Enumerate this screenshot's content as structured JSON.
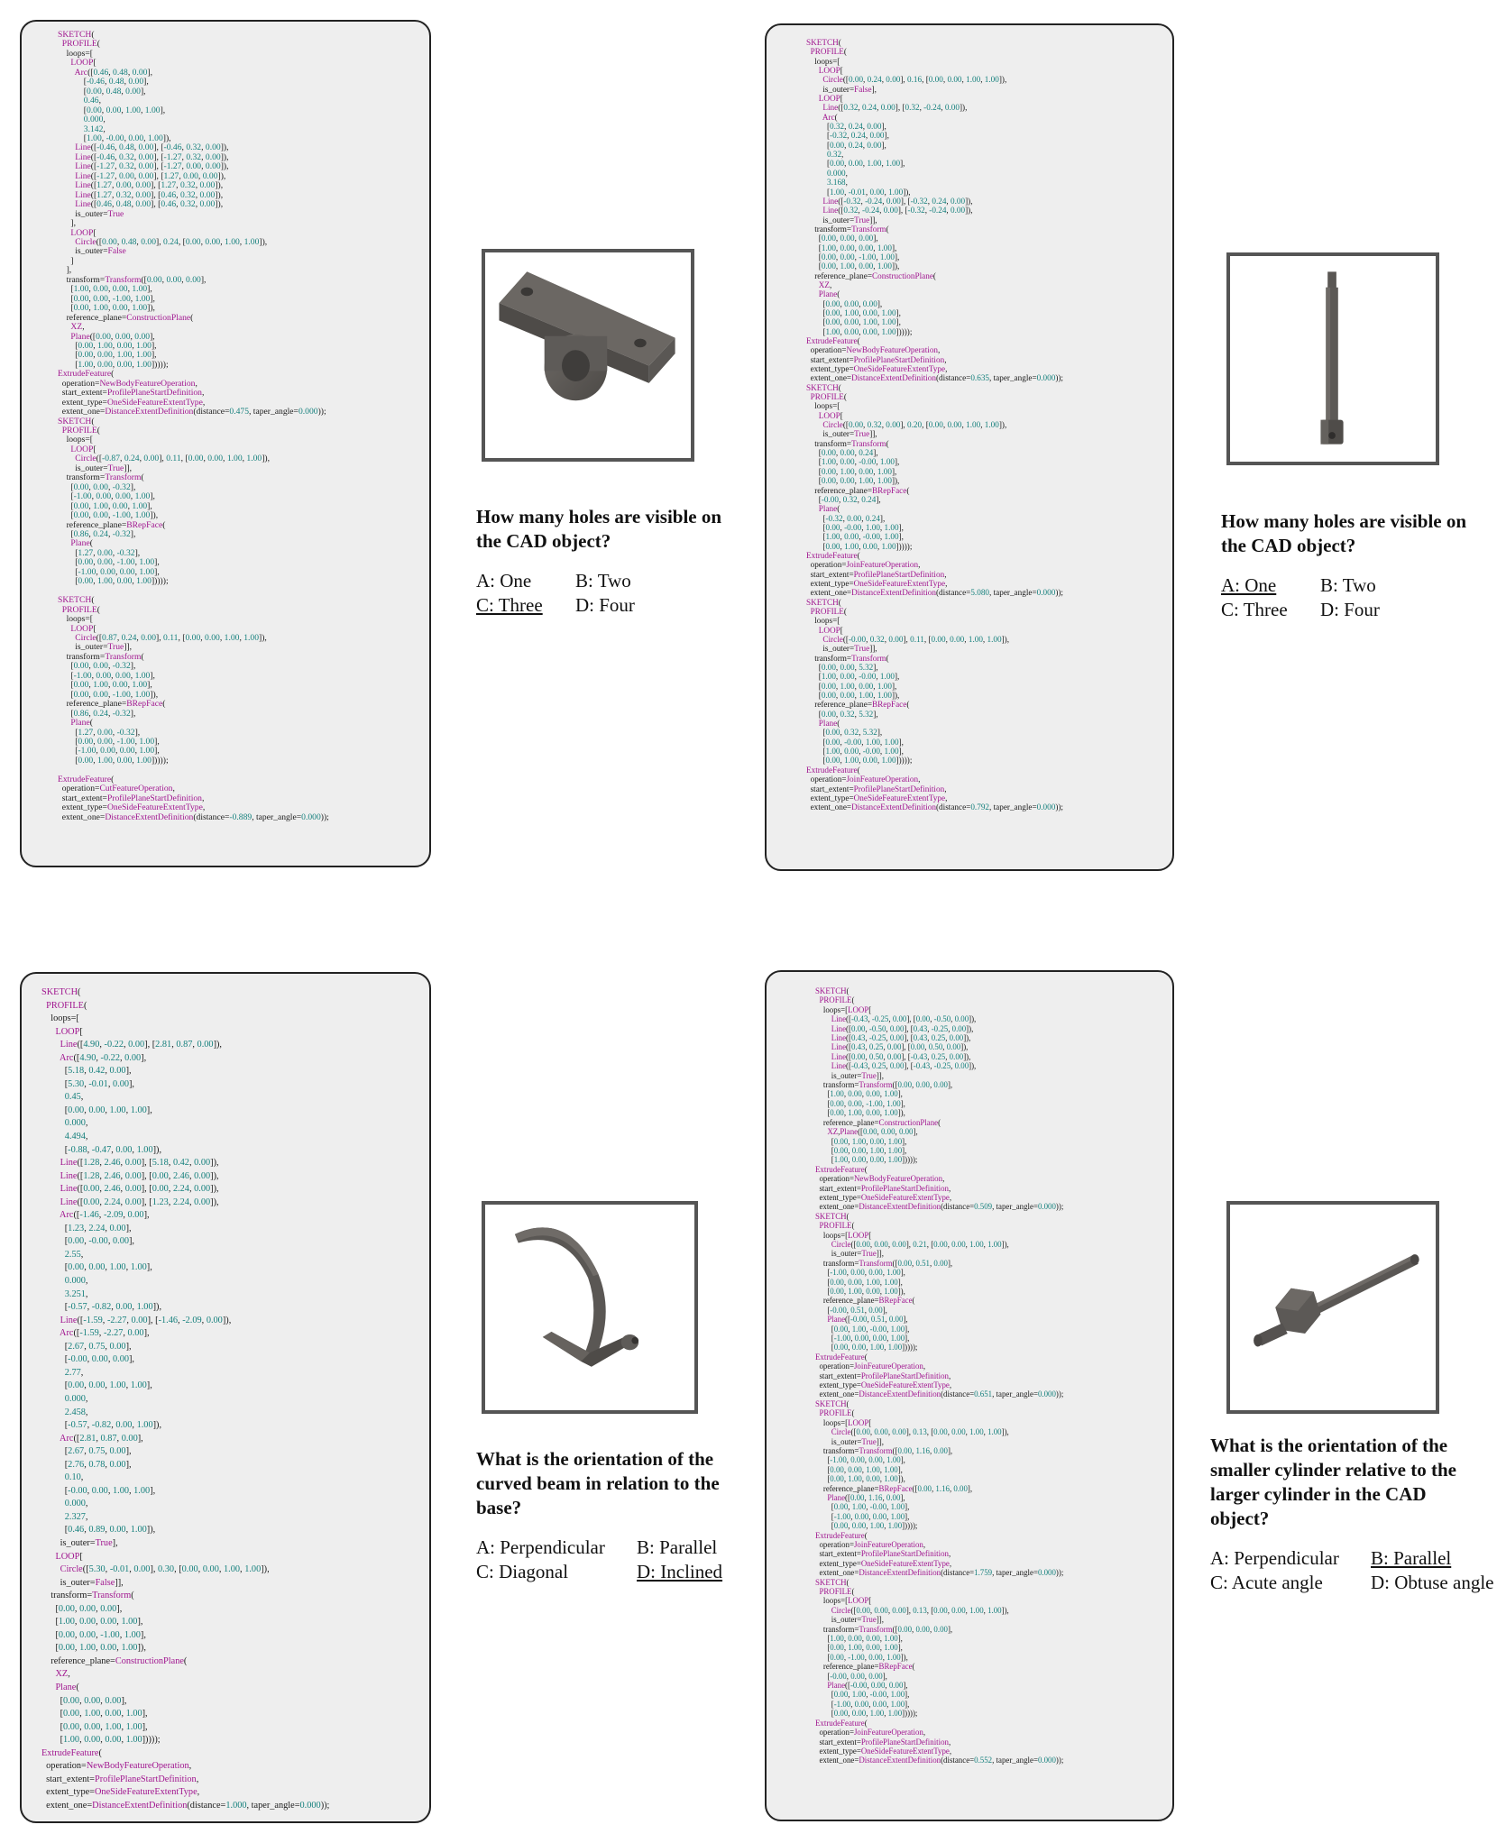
{
  "panels": [
    {
      "id": "panel1",
      "code": "SKETCH(\n  PROFILE(\n    loops=[\n      LOOP[\n        Arc([0.46, 0.48, 0.00],\n            [-0.46, 0.48, 0.00],\n            [0.00, 0.48, 0.00],\n            0.46,\n            [0.00, 0.00, 1.00, 1.00],\n            0.000,\n            3.142,\n            [1.00, -0.00, 0.00, 1.00]),\n        Line([-0.46, 0.48, 0.00], [-0.46, 0.32, 0.00]),\n        Line([-0.46, 0.32, 0.00], [-1.27, 0.32, 0.00]),\n        Line([-1.27, 0.32, 0.00], [-1.27, 0.00, 0.00]),\n        Line([-1.27, 0.00, 0.00], [1.27, 0.00, 0.00]),\n        Line([1.27, 0.00, 0.00], [1.27, 0.32, 0.00]),\n        Line([1.27, 0.32, 0.00], [0.46, 0.32, 0.00]),\n        Line([0.46, 0.48, 0.00], [0.46, 0.32, 0.00]),\n        is_outer=True\n      ],\n      LOOP[\n        Circle([0.00, 0.48, 0.00], 0.24, [0.00, 0.00, 1.00, 1.00]),\n        is_outer=False\n      ]\n    ],\n    transform=Transform([0.00, 0.00, 0.00],\n      [1.00, 0.00, 0.00, 1.00],\n      [0.00, 0.00, -1.00, 1.00],\n      [0.00, 1.00, 0.00, 1.00]),\n    reference_plane=ConstructionPlane(\n      XZ,\n      Plane([0.00, 0.00, 0.00],\n        [0.00, 1.00, 0.00, 1.00],\n        [0.00, 0.00, 1.00, 1.00],\n        [1.00, 0.00, 0.00, 1.00]))));\nExtrudeFeature(\n  operation=NewBodyFeatureOperation,\n  start_extent=ProfilePlaneStartDefinition,\n  extent_type=OneSideFeatureExtentType,\n  extent_one=DistanceExtentDefinition(distance=0.475, taper_angle=0.000));\nSKETCH(\n  PROFILE(\n    loops=[\n      LOOP[\n        Circle([-0.87, 0.24, 0.00], 0.11, [0.00, 0.00, 1.00, 1.00]),\n        is_outer=True]],\n    transform=Transform(\n      [0.00, 0.00, -0.32],\n      [-1.00, 0.00, 0.00, 1.00],\n      [0.00, 1.00, 0.00, 1.00],\n      [0.00, 0.00, -1.00, 1.00]),\n    reference_plane=BRepFace(\n      [0.86, 0.24, -0.32],\n      Plane(\n        [1.27, 0.00, -0.32],\n        [0.00, 0.00, -1.00, 1.00],\n        [-1.00, 0.00, 0.00, 1.00],\n        [0.00, 1.00, 0.00, 1.00]))));\n\nSKETCH(\n  PROFILE(\n    loops=[\n      LOOP[\n        Circle([0.87, 0.24, 0.00], 0.11, [0.00, 0.00, 1.00, 1.00]),\n        is_outer=True]],\n    transform=Transform(\n      [0.00, 0.00, -0.32],\n      [-1.00, 0.00, 0.00, 1.00],\n      [0.00, 1.00, 0.00, 1.00],\n      [0.00, 0.00, -1.00, 1.00]),\n    reference_plane=BRepFace(\n      [0.86, 0.24, -0.32],\n      Plane(\n        [1.27, 0.00, -0.32],\n        [0.00, 0.00, -1.00, 1.00],\n        [-1.00, 0.00, 0.00, 1.00],\n        [0.00, 1.00, 0.00, 1.00]))));\n\nExtrudeFeature(\n  operation=CutFeatureOperation,\n  start_extent=ProfilePlaneStartDefinition,\n  extent_type=OneSideFeatureExtentType,\n  extent_one=DistanceExtentDefinition(distance=-0.889, taper_angle=0.000));",
      "question": "How many holes are visible on the CAD object?",
      "options": [
        {
          "label": "A: One",
          "correct": false
        },
        {
          "label": "B: Two",
          "correct": false
        },
        {
          "label": "C: Three",
          "correct": true
        },
        {
          "label": "D: Four",
          "correct": false
        }
      ],
      "render_icon": "cad-bracket-icon"
    },
    {
      "id": "panel2",
      "code": "SKETCH(\n  PROFILE(\n    loops=[\n      LOOP[\n        Circle([0.00, 0.24, 0.00], 0.16, [0.00, 0.00, 1.00, 1.00]),\n        is_outer=False],\n      LOOP[\n        Line([0.32, 0.24, 0.00], [0.32, -0.24, 0.00]),\n        Arc(\n          [0.32, 0.24, 0.00],\n          [-0.32, 0.24, 0.00],\n          [0.00, 0.24, 0.00],\n          0.32,\n          [0.00, 0.00, 1.00, 1.00],\n          0.000,\n          3.168,\n          [1.00, -0.01, 0.00, 1.00]),\n        Line([-0.32, -0.24, 0.00], [-0.32, 0.24, 0.00]),\n        Line([0.32, -0.24, 0.00], [-0.32, -0.24, 0.00]),\n        is_outer=True]],\n    transform=Transform(\n      [0.00, 0.00, 0.00],\n      [1.00, 0.00, 0.00, 1.00],\n      [0.00, 0.00, -1.00, 1.00],\n      [0.00, 1.00, 0.00, 1.00]),\n    reference_plane=ConstructionPlane(\n      XZ,\n      Plane(\n        [0.00, 0.00, 0.00],\n        [0.00, 1.00, 0.00, 1.00],\n        [0.00, 0.00, 1.00, 1.00],\n        [1.00, 0.00, 0.00, 1.00]))));\nExtrudeFeature(\n  operation=NewBodyFeatureOperation,\n  start_extent=ProfilePlaneStartDefinition,\n  extent_type=OneSideFeatureExtentType,\n  extent_one=DistanceExtentDefinition(distance=0.635, taper_angle=0.000));\nSKETCH(\n  PROFILE(\n    loops=[\n      LOOP[\n        Circle([0.00, 0.32, 0.00], 0.20, [0.00, 0.00, 1.00, 1.00]),\n        is_outer=True]],\n    transform=Transform(\n      [0.00, 0.00, 0.24],\n      [1.00, 0.00, -0.00, 1.00],\n      [0.00, 1.00, 0.00, 1.00],\n      [0.00, 0.00, 1.00, 1.00]),\n    reference_plane=BRepFace(\n      [-0.00, 0.32, 0.24],\n      Plane(\n        [-0.32, 0.00, 0.24],\n        [0.00, -0.00, 1.00, 1.00],\n        [1.00, 0.00, -0.00, 1.00],\n        [0.00, 1.00, 0.00, 1.00]))));\nExtrudeFeature(\n  operation=JoinFeatureOperation,\n  start_extent=ProfilePlaneStartDefinition,\n  extent_type=OneSideFeatureExtentType,\n  extent_one=DistanceExtentDefinition(distance=5.080, taper_angle=0.000));\nSKETCH(\n  PROFILE(\n    loops=[\n      LOOP[\n        Circle([-0.00, 0.32, 0.00], 0.11, [0.00, 0.00, 1.00, 1.00]),\n        is_outer=True]],\n    transform=Transform(\n      [0.00, 0.00, 5.32],\n      [1.00, 0.00, -0.00, 1.00],\n      [0.00, 1.00, 0.00, 1.00],\n      [0.00, 0.00, 1.00, 1.00]),\n    reference_plane=BRepFace(\n      [0.00, 0.32, 5.32],\n      Plane(\n        [0.00, 0.32, 5.32],\n        [0.00, -0.00, 1.00, 1.00],\n        [1.00, 0.00, -0.00, 1.00],\n        [0.00, 1.00, 0.00, 1.00]))));\nExtrudeFeature(\n  operation=JoinFeatureOperation,\n  start_extent=ProfilePlaneStartDefinition,\n  extent_type=OneSideFeatureExtentType,\n  extent_one=DistanceExtentDefinition(distance=0.792, taper_angle=0.000));",
      "question": "How many holes are visible on the CAD object?",
      "options": [
        {
          "label": "A: One",
          "correct": true
        },
        {
          "label": "B: Two",
          "correct": false
        },
        {
          "label": "C: Three",
          "correct": false
        },
        {
          "label": "D: Four",
          "correct": false
        }
      ],
      "render_icon": "cad-shaft-icon"
    },
    {
      "id": "panel3",
      "code": "SKETCH(\n  PROFILE(\n    loops=[\n      LOOP[\n        Line([4.90, -0.22, 0.00], [2.81, 0.87, 0.00]),\n        Arc([4.90, -0.22, 0.00],\n          [5.18, 0.42, 0.00],\n          [5.30, -0.01, 0.00],\n          0.45,\n          [0.00, 0.00, 1.00, 1.00],\n          0.000,\n          4.494,\n          [-0.88, -0.47, 0.00, 1.00]),\n        Line([1.28, 2.46, 0.00], [5.18, 0.42, 0.00]),\n        Line([1.28, 2.46, 0.00], [0.00, 2.46, 0.00]),\n        Line([0.00, 2.46, 0.00], [0.00, 2.24, 0.00]),\n        Line([0.00, 2.24, 0.00], [1.23, 2.24, 0.00]),\n        Arc([-1.46, -2.09, 0.00],\n          [1.23, 2.24, 0.00],\n          [0.00, -0.00, 0.00],\n          2.55,\n          [0.00, 0.00, 1.00, 1.00],\n          0.000,\n          3.251,\n          [-0.57, -0.82, 0.00, 1.00]),\n        Line([-1.59, -2.27, 0.00], [-1.46, -2.09, 0.00]),\n        Arc([-1.59, -2.27, 0.00],\n          [2.67, 0.75, 0.00],\n          [-0.00, 0.00, 0.00],\n          2.77,\n          [0.00, 0.00, 1.00, 1.00],\n          0.000,\n          2.458,\n          [-0.57, -0.82, 0.00, 1.00]),\n        Arc([2.81, 0.87, 0.00],\n          [2.67, 0.75, 0.00],\n          [2.76, 0.78, 0.00],\n          0.10,\n          [-0.00, 0.00, 1.00, 1.00],\n          0.000,\n          2.327,\n          [0.46, 0.89, 0.00, 1.00]),\n        is_outer=True],\n      LOOP[\n        Circle([5.30, -0.01, 0.00], 0.30, [0.00, 0.00, 1.00, 1.00]),\n        is_outer=False]],\n    transform=Transform(\n      [0.00, 0.00, 0.00],\n      [1.00, 0.00, 0.00, 1.00],\n      [0.00, 0.00, -1.00, 1.00],\n      [0.00, 1.00, 0.00, 1.00]),\n    reference_plane=ConstructionPlane(\n      XZ,\n      Plane(\n        [0.00, 0.00, 0.00],\n        [0.00, 1.00, 0.00, 1.00],\n        [0.00, 0.00, 1.00, 1.00],\n        [1.00, 0.00, 0.00, 1.00]))));\nExtrudeFeature(\n  operation=NewBodyFeatureOperation,\n  start_extent=ProfilePlaneStartDefinition,\n  extent_type=OneSideFeatureExtentType,\n  extent_one=DistanceExtentDefinition(distance=1.000, taper_angle=0.000));",
      "question": "What is the orientation of the curved beam in relation to the base?",
      "options": [
        {
          "label": "A: Perpendicular",
          "correct": false
        },
        {
          "label": "B: Parallel",
          "correct": false
        },
        {
          "label": "C: Diagonal",
          "correct": false
        },
        {
          "label": "D: Inclined",
          "correct": true
        }
      ],
      "render_icon": "cad-curved-beam-icon"
    },
    {
      "id": "panel4",
      "code": "SKETCH(\n  PROFILE(\n    loops=[LOOP[\n        Line([-0.43, -0.25, 0.00], [0.00, -0.50, 0.00]),\n        Line([0.00, -0.50, 0.00], [0.43, -0.25, 0.00]),\n        Line([0.43, -0.25, 0.00], [0.43, 0.25, 0.00]),\n        Line([0.43, 0.25, 0.00], [0.00, 0.50, 0.00]),\n        Line([0.00, 0.50, 0.00], [-0.43, 0.25, 0.00]),\n        Line([-0.43, 0.25, 0.00], [-0.43, -0.25, 0.00]),\n        is_outer=True]],\n    transform=Transform([0.00, 0.00, 0.00],\n      [1.00, 0.00, 0.00, 1.00],\n      [0.00, 0.00, -1.00, 1.00],\n      [0.00, 1.00, 0.00, 1.00]),\n    reference_plane=ConstructionPlane(\n      XZ,Plane([0.00, 0.00, 0.00],\n        [0.00, 1.00, 0.00, 1.00],\n        [0.00, 0.00, 1.00, 1.00],\n        [1.00, 0.00, 0.00, 1.00]))));\nExtrudeFeature(\n  operation=NewBodyFeatureOperation,\n  start_extent=ProfilePlaneStartDefinition,\n  extent_type=OneSideFeatureExtentType,\n  extent_one=DistanceExtentDefinition(distance=0.509, taper_angle=0.000));\nSKETCH(\n  PROFILE(\n    loops=[LOOP[\n        Circle([0.00, 0.00, 0.00], 0.21, [0.00, 0.00, 1.00, 1.00]),\n        is_outer=True]],\n    transform=Transform([0.00, 0.51, 0.00],\n      [-1.00, 0.00, 0.00, 1.00],\n      [0.00, 0.00, 1.00, 1.00],\n      [0.00, 1.00, 0.00, 1.00]),\n    reference_plane=BRepFace(\n      [-0.00, 0.51, 0.00],\n      Plane([-0.00, 0.51, 0.00],\n        [0.00, 1.00, -0.00, 1.00],\n        [-1.00, 0.00, 0.00, 1.00],\n        [0.00, 0.00, 1.00, 1.00]))));\nExtrudeFeature(\n  operation=JoinFeatureOperation,\n  start_extent=ProfilePlaneStartDefinition,\n  extent_type=OneSideFeatureExtentType,\n  extent_one=DistanceExtentDefinition(distance=0.651, taper_angle=0.000));\nSKETCH(\n  PROFILE(\n    loops=[LOOP[\n        Circle([0.00, 0.00, 0.00], 0.13, [0.00, 0.00, 1.00, 1.00]),\n        is_outer=True]],\n    transform=Transform([0.00, 1.16, 0.00],\n      [-1.00, 0.00, 0.00, 1.00],\n      [0.00, 0.00, 1.00, 1.00],\n      [0.00, 1.00, 0.00, 1.00]),\n    reference_plane=BRepFace([0.00, 1.16, 0.00],\n      Plane([0.00, 1.16, 0.00],\n        [0.00, 1.00, -0.00, 1.00],\n        [-1.00, 0.00, 0.00, 1.00],\n        [0.00, 0.00, 1.00, 1.00]))));\nExtrudeFeature(\n  operation=JoinFeatureOperation,\n  start_extent=ProfilePlaneStartDefinition,\n  extent_type=OneSideFeatureExtentType,\n  extent_one=DistanceExtentDefinition(distance=1.759, taper_angle=0.000));\nSKETCH(\n  PROFILE(\n    loops=[LOOP[\n        Circle([0.00, 0.00, 0.00], 0.13, [0.00, 0.00, 1.00, 1.00]),\n        is_outer=True]],\n    transform=Transform([0.00, 0.00, 0.00],\n      [1.00, 0.00, 0.00, 1.00],\n      [0.00, 1.00, 0.00, 1.00],\n      [0.00, -1.00, 0.00, 1.00]),\n    reference_plane=BRepFace(\n      [-0.00, 0.00, 0.00],\n      Plane([-0.00, 0.00, 0.00],\n        [0.00, 1.00, -0.00, 1.00],\n        [-1.00, 0.00, 0.00, 1.00],\n        [0.00, 0.00, 1.00, 1.00]))));\nExtrudeFeature(\n  operation=JoinFeatureOperation,\n  start_extent=ProfilePlaneStartDefinition,\n  extent_type=OneSideFeatureExtentType,\n  extent_one=DistanceExtentDefinition(distance=0.552, taper_angle=0.000));",
      "question": "What is the orientation of the smaller cylinder relative to the larger cylinder in the CAD object?",
      "options": [
        {
          "label": "A: Perpendicular",
          "correct": false
        },
        {
          "label": "B: Parallel",
          "correct": true
        },
        {
          "label": "C: Acute angle",
          "correct": false
        },
        {
          "label": "D: Obtuse angle",
          "correct": false
        }
      ],
      "render_icon": "cad-hex-shaft-icon"
    }
  ]
}
